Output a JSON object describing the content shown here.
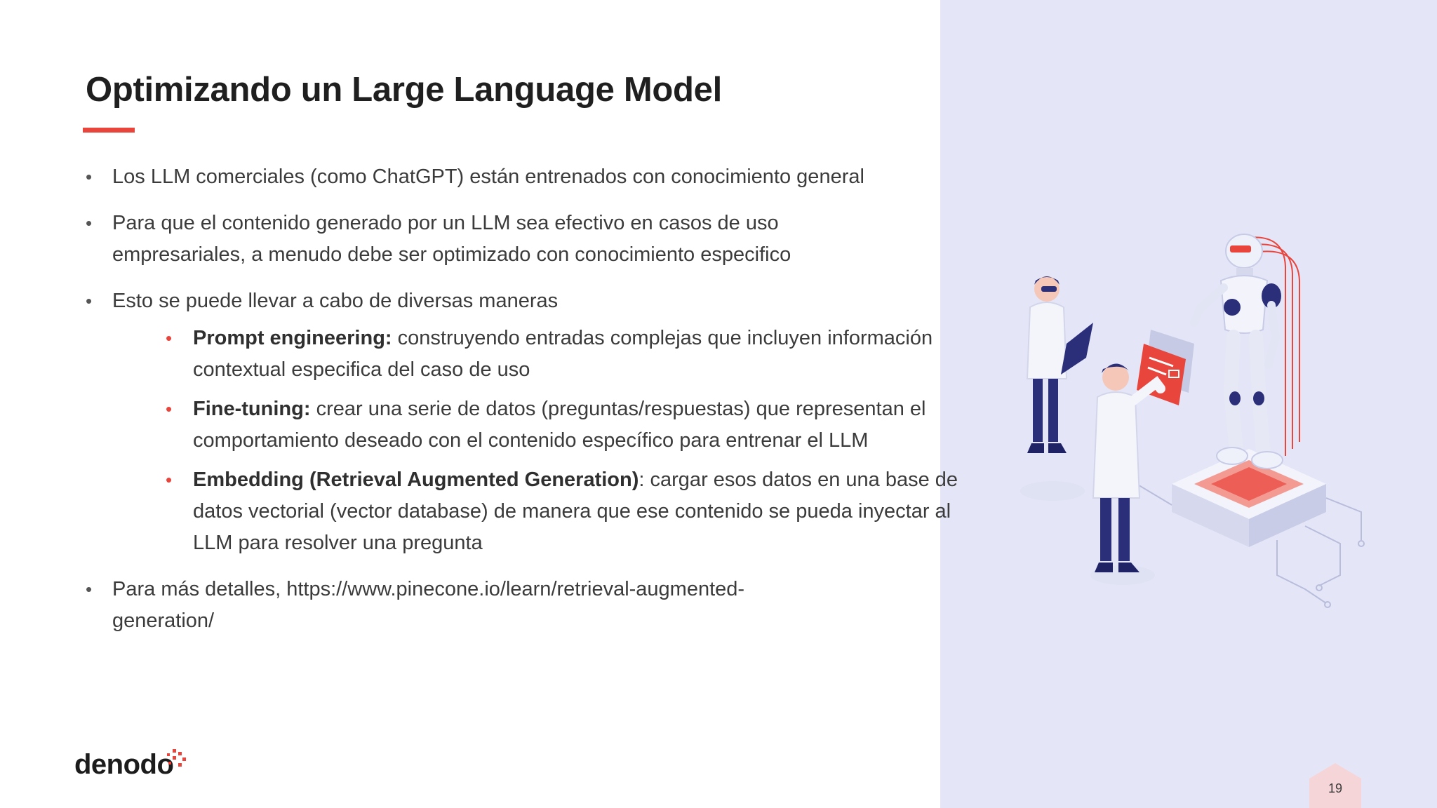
{
  "slide": {
    "title": "Optimizando un Large Language Model",
    "page_number": "19"
  },
  "bullets": [
    {
      "text": "Los LLM comerciales (como ChatGPT) están entrenados con conocimiento general"
    },
    {
      "text": "Para que el contenido generado por un LLM sea efectivo en casos de uso empresariales, a menudo debe ser optimizado con conocimiento especifico"
    },
    {
      "text": "Esto se puede llevar a cabo de diversas maneras"
    }
  ],
  "sub_bullets": [
    {
      "bold": "Prompt engineering:",
      "text": " construyendo entradas complejas que incluyen información contextual especifica del caso de uso"
    },
    {
      "bold": "Fine-tuning:",
      "text": " crear una serie de datos (preguntas/respuestas) que representan el comportamiento deseado con el contenido específico para entrenar el LLM"
    },
    {
      "bold": "Embedding (Retrieval Augmented Generation)",
      "text": ": cargar esos datos en una base de datos vectorial (vector database) de manera que ese contenido se pueda inyectar al LLM para resolver una pregunta"
    }
  ],
  "last_bullet": {
    "text": "Para más detalles, https://www.pinecone.io/learn/retrieval-augmented-generation/"
  },
  "logo": {
    "text": "denodo"
  },
  "colors": {
    "accent": "#e8453c",
    "panel": "#e4e6f7",
    "navy": "#2b2f7a",
    "badge": "#f6d5d8"
  },
  "bullet_marker": "•"
}
